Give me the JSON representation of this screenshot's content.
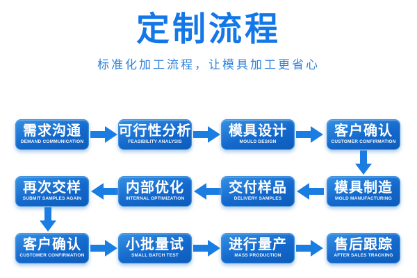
{
  "header": {
    "title": "定制流程",
    "subtitle": "标准化加工流程，让模具加工更省心"
  },
  "flow": {
    "rows": [
      {
        "visual_direction": "arrows point right",
        "steps": [
          {
            "zh": "需求沟通",
            "en": "DEMAND COMMUNICATION"
          },
          {
            "zh": "可行性分析",
            "en": "FEASIBILITY ANALYSIS"
          },
          {
            "zh": "模具设计",
            "en": "MOULD DESIGN"
          },
          {
            "zh": "客户确认",
            "en": "CUSTOMER CONFIRMATION"
          }
        ]
      },
      {
        "visual_direction": "arrows point left",
        "steps": [
          {
            "zh": "再次交样",
            "en": "SUBMIT SAMPLES AGAIN"
          },
          {
            "zh": "内部优化",
            "en": "INTERNAL OPTIMIZATION"
          },
          {
            "zh": "交付样品",
            "en": "DELIVERY SAMPLES"
          },
          {
            "zh": "模具制造",
            "en": "MOLD MANUFACTURING"
          }
        ]
      },
      {
        "visual_direction": "arrows point right",
        "steps": [
          {
            "zh": "客户确认",
            "en": "CUSTOMER CONFIRMATION"
          },
          {
            "zh": "小批量试",
            "en": "SMALL BATCH TEST"
          },
          {
            "zh": "进行量产",
            "en": "MASS PRODUCTION"
          },
          {
            "zh": "售后跟踪",
            "en": "AFTER SALES TRACKING"
          }
        ]
      }
    ],
    "vertical_connectors": [
      "row1 客户确认 down to row2 模具制造",
      "row2 再次交样 down to row3 客户确认"
    ]
  },
  "colors": {
    "title": "#1477e8",
    "subtitle": "#2e82dc",
    "box_gradient_top": "#3490e4",
    "box_gradient_bottom": "#0d5cba",
    "box_border": "#3f8fdc",
    "arrow": "#1a7de2",
    "step_text": "#ffffff",
    "background": "#ffffff"
  }
}
